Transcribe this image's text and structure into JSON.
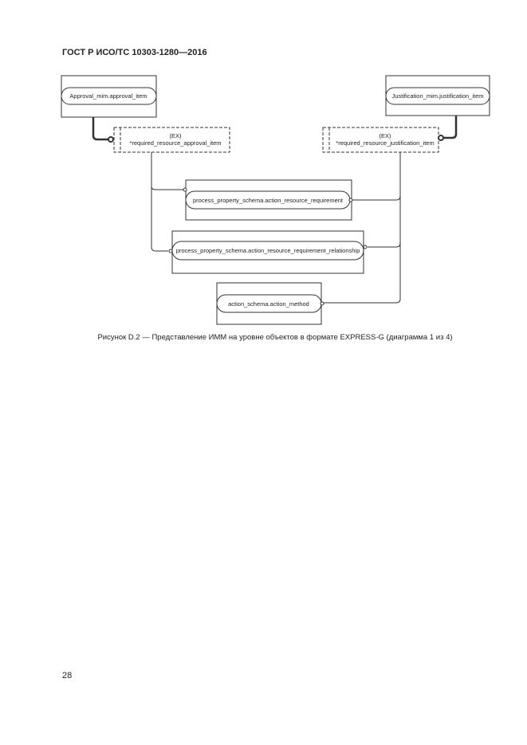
{
  "header": {
    "title": "ГОСТ Р ИСО/ТС 10303-1280—2016"
  },
  "diagram": {
    "entities": {
      "approval_item": "Approval_mim.approval_item",
      "justification_item": "Justification_mim.justification_item",
      "requirement": "process_property_schema.action_resource_requirement",
      "relationship": "process_property_schema.action_resource_requirement_relationship",
      "method": "action_schema.action_method"
    },
    "extensions": {
      "approval": {
        "tag": "(EX)",
        "name": "*required_resource_approval_item"
      },
      "justification": {
        "tag": "(EX)",
        "name": "*required_resource_justification_item"
      }
    }
  },
  "caption": "Рисунок D.2 — Представление ИММ на уровне объектов в формате EXPRESS-G (диаграмма 1 из 4)",
  "page_number": "28"
}
